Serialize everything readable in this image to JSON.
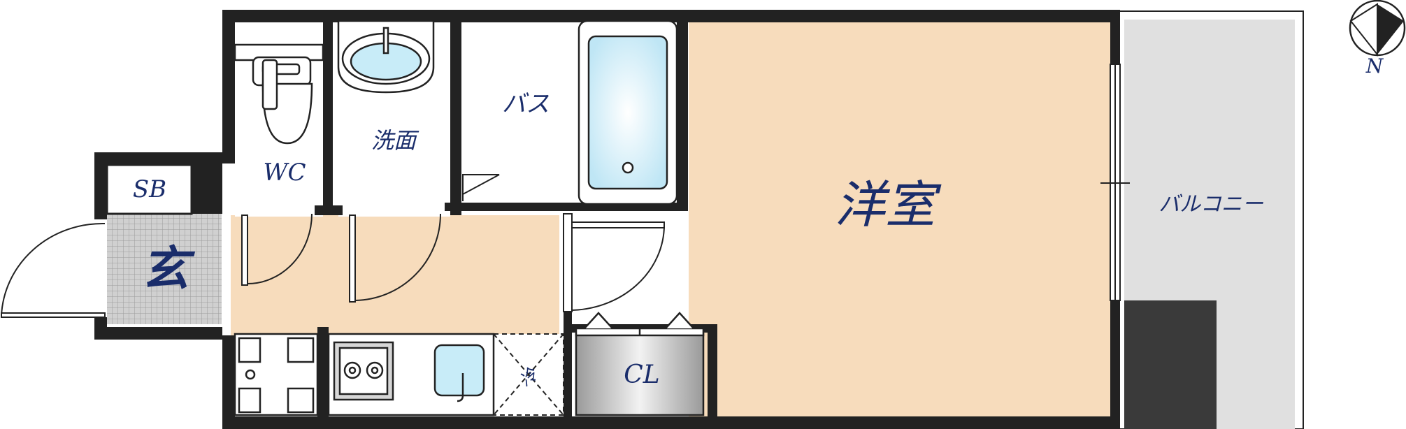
{
  "rooms": {
    "shoe_box": "SB",
    "entrance": "玄",
    "toilet": "WC",
    "washroom": "洗面",
    "bath": "バス",
    "western_room": "洋室",
    "balcony": "バルコニー",
    "closet": "CL",
    "fridge_space": "冷"
  },
  "compass": {
    "north": "N"
  },
  "colors": {
    "wall": "#222222",
    "floor": "#f7dcbc",
    "entrance_tile": "#c8c8c8",
    "balcony": "#e0e0e0",
    "fixture": "#c8ecf8",
    "text": "#1a2d6b"
  }
}
